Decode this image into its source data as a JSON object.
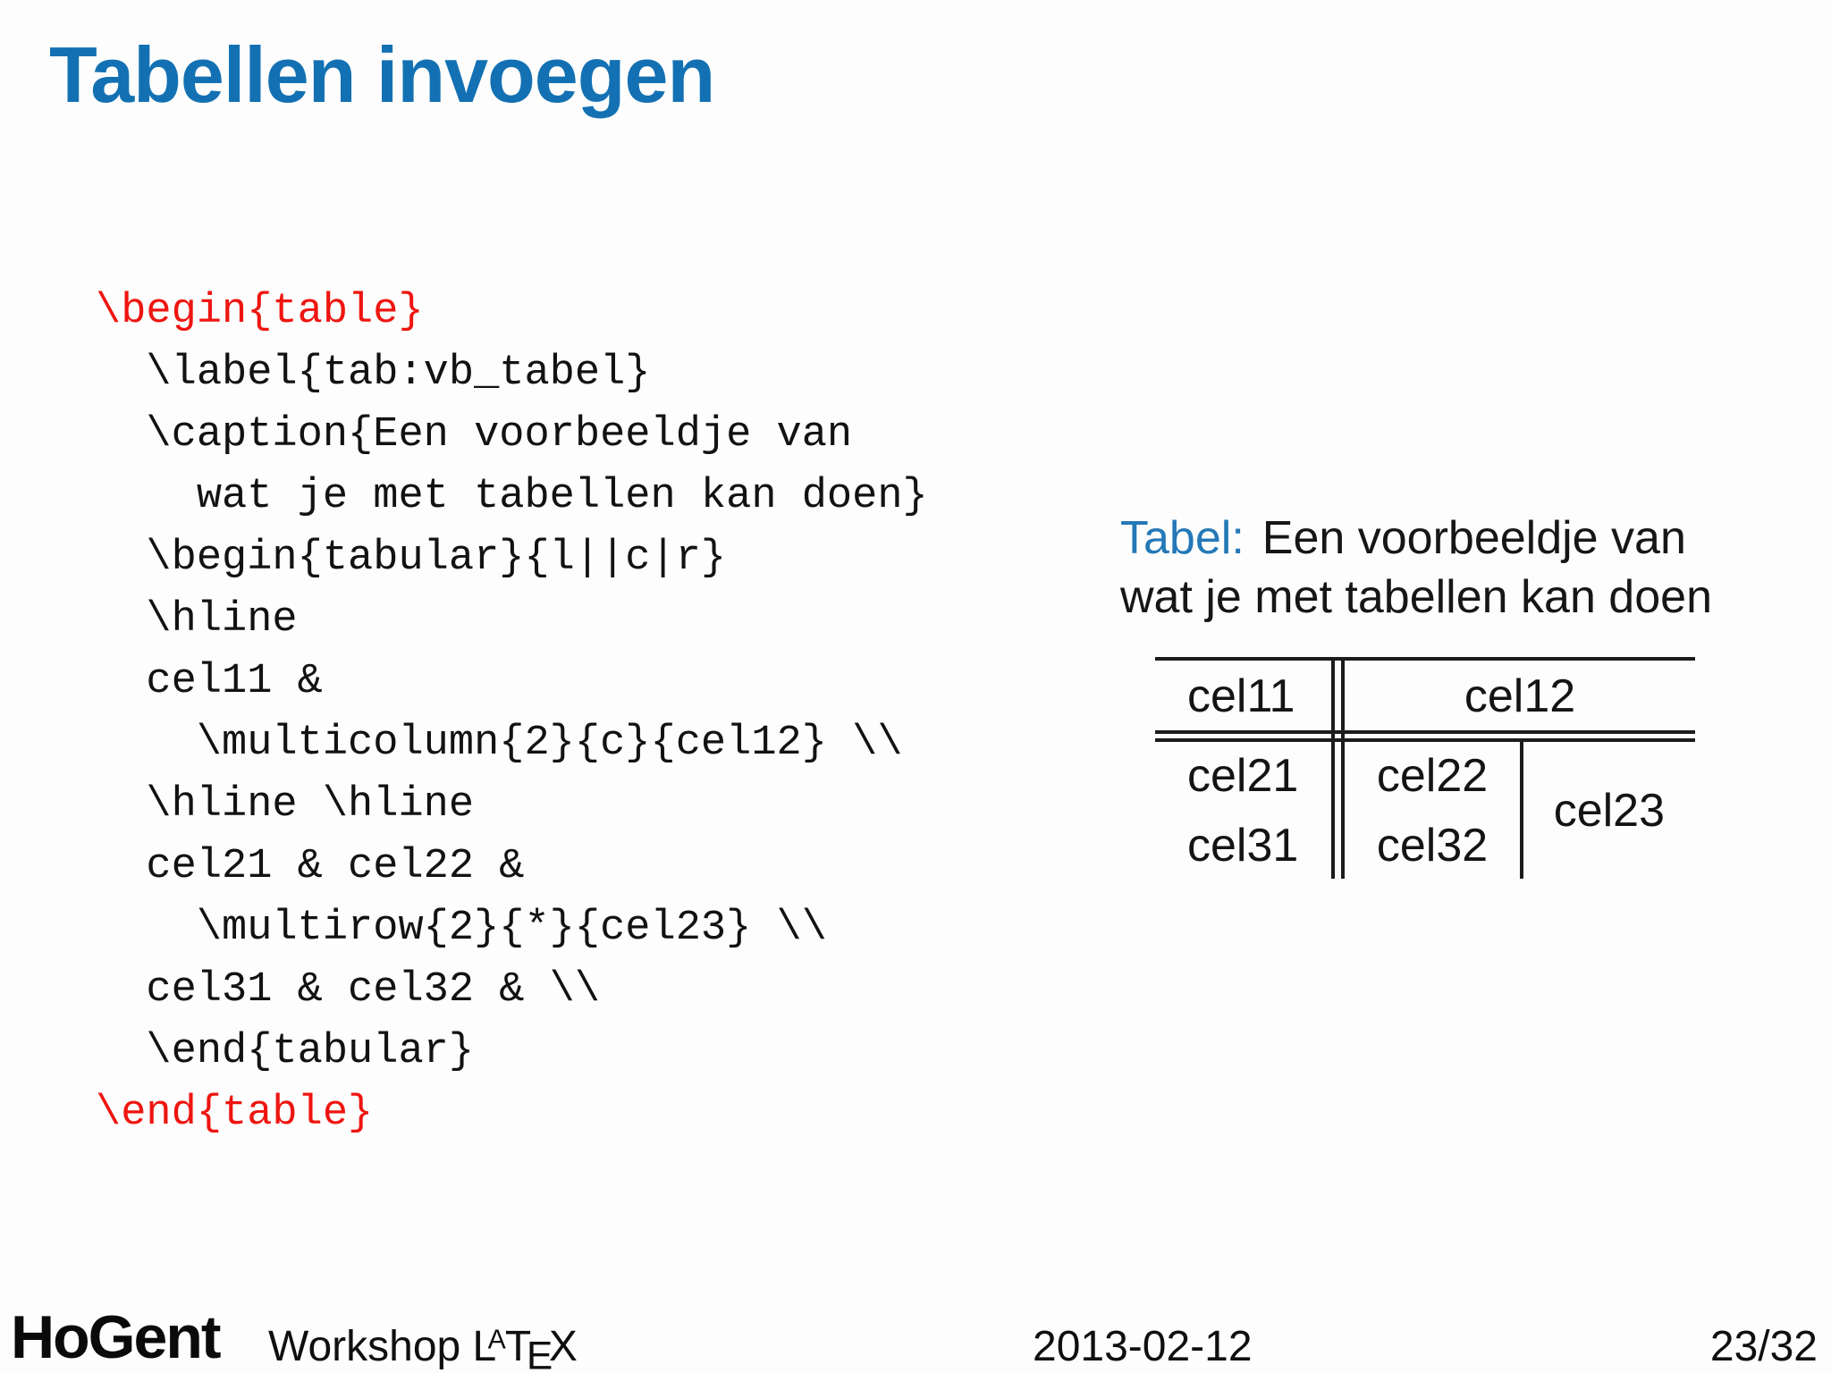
{
  "slide": {
    "title": "Tabellen invoegen"
  },
  "code": {
    "lines": [
      "\\begin{table}",
      "  \\label{tab:vb_tabel}",
      "  \\caption{Een voorbeeldje van",
      "    wat je met tabellen kan doen}",
      "  \\begin{tabular}{l||c|r}",
      "  \\hline",
      "  cel11 &",
      "    \\multicolumn{2}{c}{cel12} \\\\",
      "  \\hline \\hline",
      "  cel21 & cel22 &",
      "    \\multirow{2}{*}{cel23} \\\\",
      "  cel31 & cel32 & \\\\",
      "  \\end{tabular}",
      "\\end{table}"
    ]
  },
  "rendered_table": {
    "caption_label": "Tabel:",
    "caption_line1": "Een voorbeeldje van",
    "caption_line2": "wat je met tabellen kan doen",
    "cells": {
      "r1c1": "cel11",
      "r1c23": "cel12",
      "r2c1": "cel21",
      "r2c2": "cel22",
      "r23c3": "cel23",
      "r3c1": "cel31",
      "r3c2": "cel32"
    }
  },
  "footer": {
    "logo": "HoGent",
    "course_prefix": "Workshop",
    "latex": {
      "L": "L",
      "A": "A",
      "T": "T",
      "E": "E",
      "X": "X"
    },
    "date": "2013-02-12",
    "page": "23/32"
  },
  "colors": {
    "title_blue": "#1371b3",
    "caption_blue": "#2478b7",
    "code_red": "#ee1510",
    "text_black": "#141414",
    "rule_color": "#1c1c1c",
    "background": "#fdfdfd"
  }
}
